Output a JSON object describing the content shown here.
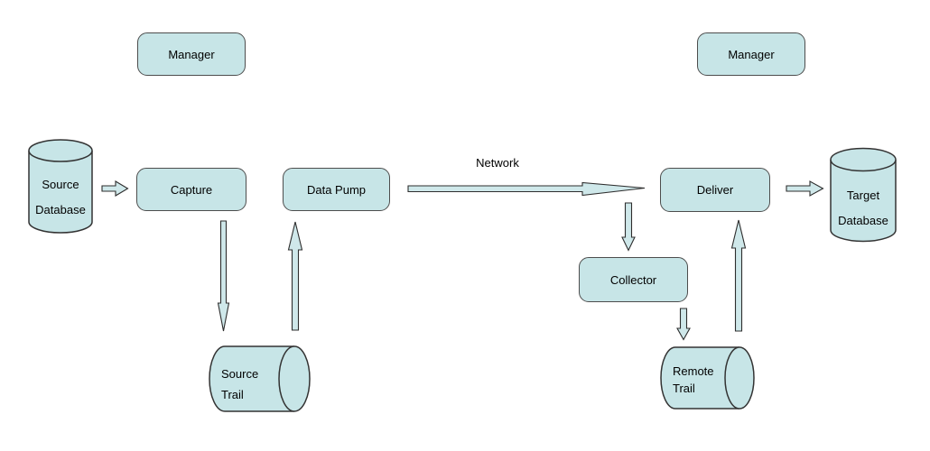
{
  "colors": {
    "node_fill": "#c7e5e7",
    "node_border": "#4d4d4d",
    "arrow_fill": "#cfe8ea",
    "arrow_border": "#2e2e2e",
    "cyl_border": "#333333",
    "text_color": "#000000",
    "bg": "#ffffff"
  },
  "nodes": {
    "manager_left": "Manager",
    "manager_right": "Manager",
    "capture": "Capture",
    "data_pump": "Data Pump",
    "deliver": "Deliver",
    "collector": "Collector"
  },
  "stores": {
    "source_database": "Source\nDatabase",
    "target_database": "Target\nDatabase",
    "source_trail": "Source\nTrail",
    "remote_trail": "Remote\nTrail"
  },
  "labels": {
    "network": "Network"
  },
  "icons": {
    "cylinder_vertical": [
      "source-database-cylinder",
      "target-database-cylinder"
    ],
    "cylinder_horizontal": [
      "source-trail-cylinder",
      "remote-trail-cylinder"
    ],
    "arrows": [
      "arrow-sourcedb-to-capture",
      "arrow-capture-to-sourcetrail",
      "arrow-sourcetrail-to-datapump",
      "arrow-network-datapump-to-deliver",
      "arrow-network-to-collector",
      "arrow-collector-to-remotetrail",
      "arrow-remotetrail-to-deliver",
      "arrow-deliver-to-targetdb"
    ]
  }
}
